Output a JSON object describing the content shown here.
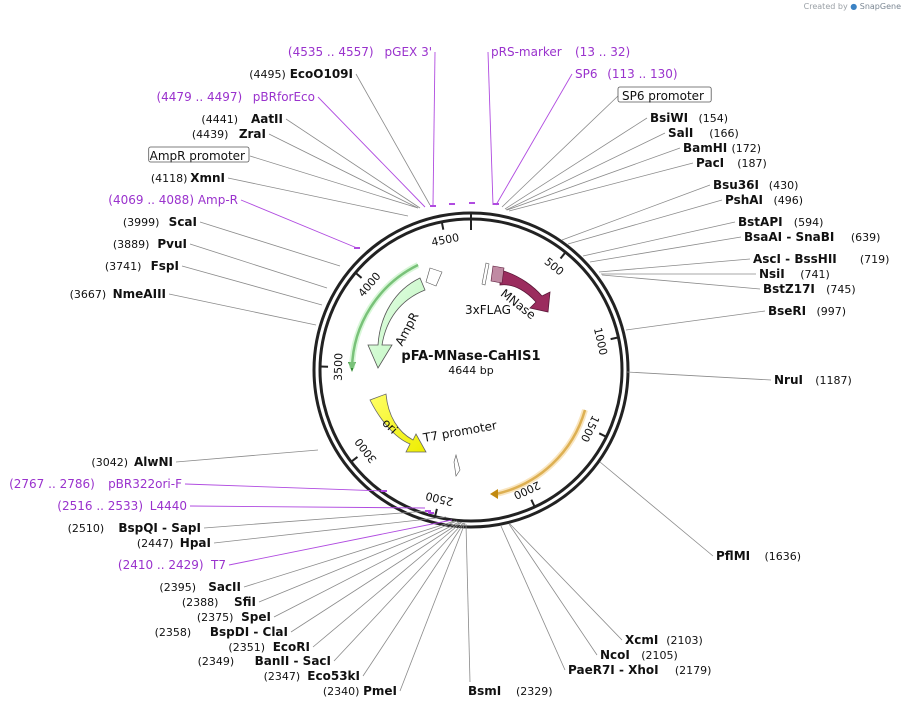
{
  "credit": {
    "prefix": "Created by",
    "brand": "SnapGene"
  },
  "map": {
    "name": "pFA-MNase-CaHIS1",
    "size_text": "4644 bp",
    "total_bp": 4644,
    "ticks": [
      "500",
      "1000",
      "1500",
      "2000",
      "2500",
      "3000",
      "3500",
      "4000",
      "4500"
    ],
    "features": [
      {
        "label": "MNase",
        "start": 180,
        "end": 520,
        "color": "#9b2c5e"
      },
      {
        "label": "3xFLAG",
        "start": 100,
        "end": 175,
        "color": "#b27a95"
      },
      {
        "label": "AmpR",
        "start": 3640,
        "end": 4380,
        "color": "#ccffcc"
      },
      {
        "label": "ori",
        "start": 2770,
        "end": 3150,
        "color": "#ffff00"
      },
      {
        "label": "T7 promoter",
        "start": 2405,
        "end": 2425,
        "color": "#ffffff"
      },
      {
        "label": "",
        "start": 4385,
        "end": 4490,
        "color": "#ffffff"
      },
      {
        "label": "",
        "start": 50,
        "end": 70,
        "color": "#ffffff"
      }
    ]
  },
  "left_labels": [
    {
      "kind": "feature",
      "range": "(4535 .. 4557)",
      "name": "pGEX 3'"
    },
    {
      "kind": "site",
      "pos": "(4495)",
      "name": "EcoO109I"
    },
    {
      "kind": "feature",
      "range": "(4479 .. 4497)",
      "name": "pBRforEco"
    },
    {
      "kind": "site",
      "pos": "(4441)",
      "name": "AatII"
    },
    {
      "kind": "site",
      "pos": "(4439)",
      "name": "ZraI"
    },
    {
      "kind": "box",
      "name": "AmpR promoter"
    },
    {
      "kind": "site",
      "pos": "(4118)",
      "name": "XmnI"
    },
    {
      "kind": "feature",
      "range": "(4069 .. 4088)",
      "name": "Amp-R"
    },
    {
      "kind": "site",
      "pos": "(3999)",
      "name": "ScaI"
    },
    {
      "kind": "site",
      "pos": "(3889)",
      "name": "PvuI"
    },
    {
      "kind": "site",
      "pos": "(3741)",
      "name": "FspI"
    },
    {
      "kind": "site",
      "pos": "(3667)",
      "name": "NmeAIII"
    },
    {
      "kind": "site",
      "pos": "(3042)",
      "name": "AlwNI"
    },
    {
      "kind": "feature",
      "range": "(2767 .. 2786)",
      "name": "pBR322ori-F"
    },
    {
      "kind": "feature",
      "range": "(2516 .. 2533)",
      "name": "L4440"
    },
    {
      "kind": "site",
      "pos": "(2510)",
      "name": "BspQI - SapI"
    },
    {
      "kind": "site",
      "pos": "(2447)",
      "name": "HpaI"
    },
    {
      "kind": "feature",
      "range": "(2410 .. 2429)",
      "name": "T7"
    },
    {
      "kind": "site",
      "pos": "(2395)",
      "name": "SacII"
    },
    {
      "kind": "site",
      "pos": "(2388)",
      "name": "SfiI"
    },
    {
      "kind": "site",
      "pos": "(2375)",
      "name": "SpeI"
    },
    {
      "kind": "site",
      "pos": "(2358)",
      "name": "BspDI - ClaI"
    },
    {
      "kind": "site",
      "pos": "(2351)",
      "name": "EcoRI"
    },
    {
      "kind": "site",
      "pos": "(2349)",
      "name": "BanII - SacI"
    },
    {
      "kind": "site",
      "pos": "(2347)",
      "name": "Eco53kI"
    },
    {
      "kind": "site",
      "pos": "(2340)",
      "name": "PmeI"
    }
  ],
  "right_labels": [
    {
      "kind": "feature",
      "name": "pRS-marker",
      "range": "(13 .. 32)"
    },
    {
      "kind": "feature",
      "name": "SP6",
      "range": "(113 .. 130)"
    },
    {
      "kind": "box",
      "name": "SP6 promoter"
    },
    {
      "kind": "site",
      "name": "BsiWI",
      "pos": "(154)"
    },
    {
      "kind": "site",
      "name": "SalI",
      "pos": "(166)"
    },
    {
      "kind": "site",
      "name": "BamHI",
      "pos": "(172)"
    },
    {
      "kind": "site",
      "name": "PacI",
      "pos": "(187)"
    },
    {
      "kind": "site",
      "name": "Bsu36I",
      "pos": "(430)"
    },
    {
      "kind": "site",
      "name": "PshAI",
      "pos": "(496)"
    },
    {
      "kind": "site",
      "name": "BstAPI",
      "pos": "(594)"
    },
    {
      "kind": "site",
      "name": "BsaAI - SnaBI",
      "pos": "(639)"
    },
    {
      "kind": "site",
      "name": "AscI - BssHII",
      "pos": "(719)"
    },
    {
      "kind": "site",
      "name": "NsiI",
      "pos": "(741)"
    },
    {
      "kind": "site",
      "name": "BstZ17I",
      "pos": "(745)"
    },
    {
      "kind": "site",
      "name": "BseRI",
      "pos": "(997)"
    },
    {
      "kind": "site",
      "name": "NruI",
      "pos": "(1187)"
    },
    {
      "kind": "site",
      "name": "PflMI",
      "pos": "(1636)"
    },
    {
      "kind": "site",
      "name": "XcmI",
      "pos": "(2103)"
    },
    {
      "kind": "site",
      "name": "NcoI",
      "pos": "(2105)"
    },
    {
      "kind": "site",
      "name": "PaeR7I - XhoI",
      "pos": "(2179)"
    }
  ],
  "bottom_labels": [
    {
      "kind": "site",
      "name": "BsmI",
      "pos": "(2329)"
    }
  ]
}
